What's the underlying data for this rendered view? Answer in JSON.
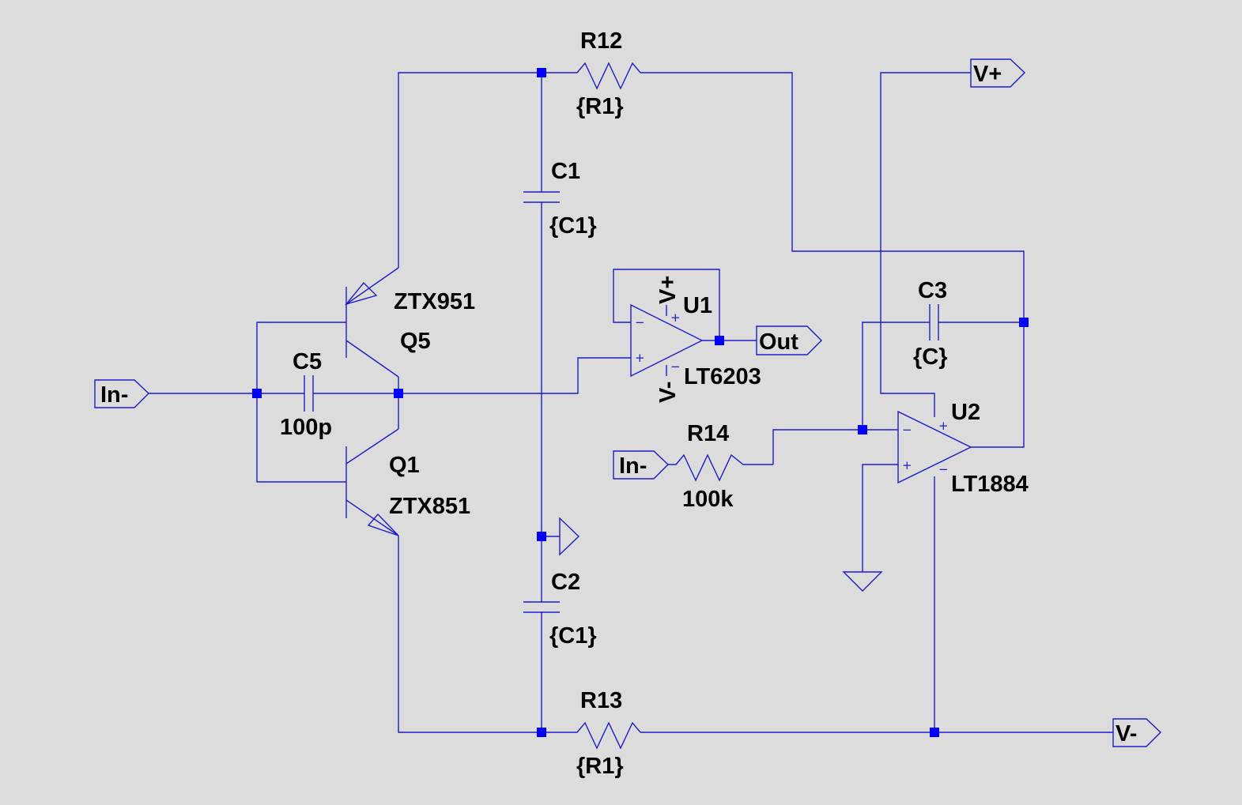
{
  "colors": {
    "background": "#dcdcdc",
    "wire": "#1c1ccc",
    "junction": "#0000ff",
    "text": "#000000"
  },
  "components": {
    "r12": {
      "ref": "R12",
      "value": "{R1}"
    },
    "r13": {
      "ref": "R13",
      "value": "{R1}"
    },
    "r14": {
      "ref": "R14",
      "value": "100k"
    },
    "c1": {
      "ref": "C1",
      "value": "{C1}"
    },
    "c2": {
      "ref": "C2",
      "value": "{C1}"
    },
    "c3": {
      "ref": "C3",
      "value": "{C}"
    },
    "c5": {
      "ref": "C5",
      "value": "100p"
    },
    "q5": {
      "ref": "Q5",
      "model": "ZTX951"
    },
    "q1": {
      "ref": "Q1",
      "model": "ZTX851"
    },
    "u1": {
      "ref": "U1",
      "model": "LT6203",
      "supply_pos": "V+",
      "supply_neg": "V-"
    },
    "u2": {
      "ref": "U2",
      "model": "LT1884"
    }
  },
  "ports": {
    "in_left": "In-",
    "in_r14": "In-",
    "out": "Out",
    "vplus": "V+",
    "vminus": "V-"
  },
  "pin_signs": {
    "minus": "−",
    "plus": "+"
  }
}
